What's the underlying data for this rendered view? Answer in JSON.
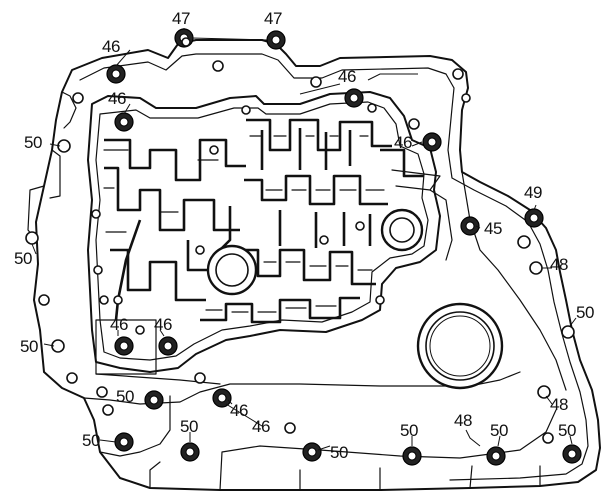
{
  "callouts": [
    {
      "id": "c47a",
      "text": "47"
    },
    {
      "id": "c47b",
      "text": "47"
    },
    {
      "id": "c46a",
      "text": "46"
    },
    {
      "id": "c46b",
      "text": "46"
    },
    {
      "id": "c46c",
      "text": "46"
    },
    {
      "id": "c46d",
      "text": "46"
    },
    {
      "id": "c46e",
      "text": "46"
    },
    {
      "id": "c46f",
      "text": "46"
    },
    {
      "id": "c46g",
      "text": "46"
    },
    {
      "id": "c46h",
      "text": "46"
    },
    {
      "id": "c50a",
      "text": "50"
    },
    {
      "id": "c50b",
      "text": "50"
    },
    {
      "id": "c50c",
      "text": "50"
    },
    {
      "id": "c50d",
      "text": "50"
    },
    {
      "id": "c50e",
      "text": "50"
    },
    {
      "id": "c50f",
      "text": "50"
    },
    {
      "id": "c50g",
      "text": "50"
    },
    {
      "id": "c50h",
      "text": "50"
    },
    {
      "id": "c50i",
      "text": "50"
    },
    {
      "id": "c50j",
      "text": "50"
    },
    {
      "id": "c50k",
      "text": "50"
    },
    {
      "id": "c49",
      "text": "49"
    },
    {
      "id": "c45",
      "text": "45"
    },
    {
      "id": "c48a",
      "text": "48"
    },
    {
      "id": "c48b",
      "text": "48"
    },
    {
      "id": "c48c",
      "text": "48"
    }
  ]
}
